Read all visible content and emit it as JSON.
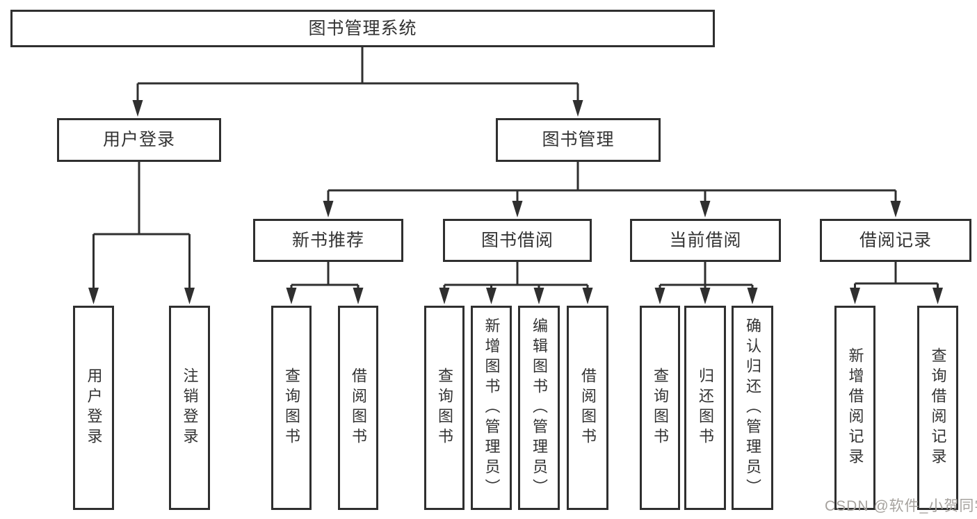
{
  "tree": {
    "label": "图书管理系统",
    "children": [
      {
        "label": "用户登录",
        "children": [
          {
            "label": "用户登录"
          },
          {
            "label": "注销登录"
          }
        ]
      },
      {
        "label": "图书管理",
        "children": [
          {
            "label": "新书推荐",
            "children": [
              {
                "label": "查询图书"
              },
              {
                "label": "借阅图书"
              }
            ]
          },
          {
            "label": "图书借阅",
            "children": [
              {
                "label": "查询图书"
              },
              {
                "label": "新增图书（管理员）"
              },
              {
                "label": "编辑图书（管理员）"
              },
              {
                "label": "借阅图书"
              }
            ]
          },
          {
            "label": "当前借阅",
            "children": [
              {
                "label": "查询图书"
              },
              {
                "label": "归还图书"
              },
              {
                "label": "确认归还（管理员）"
              }
            ]
          },
          {
            "label": "借阅记录",
            "children": [
              {
                "label": "新增借阅记录"
              },
              {
                "label": "查询借阅记录"
              }
            ]
          }
        ]
      }
    ]
  },
  "watermark": "CSDN @软件_小贺同学",
  "colors": {
    "line": "#2f2f2f",
    "text": "#333333",
    "background": "#ffffff",
    "watermark": "#a6a29e"
  }
}
